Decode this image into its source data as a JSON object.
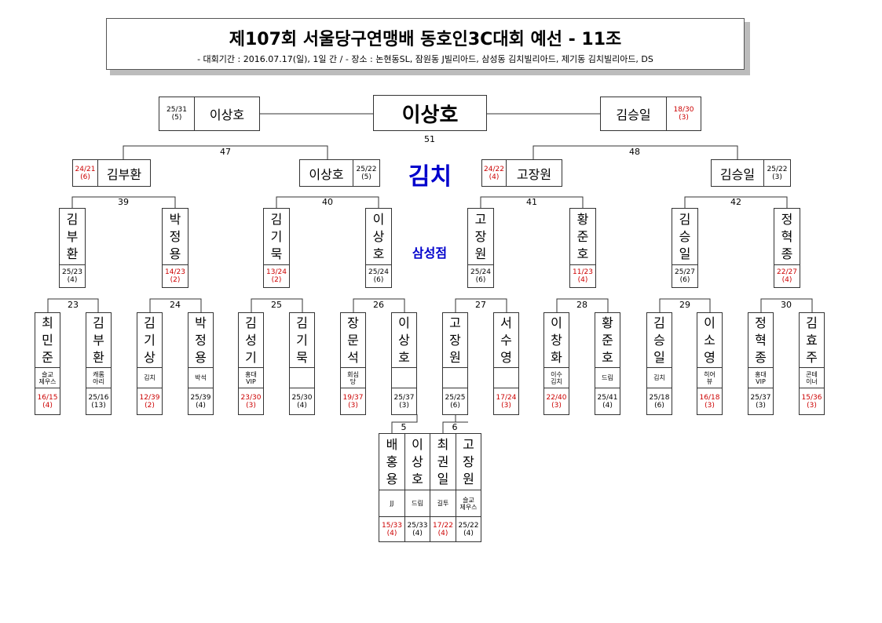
{
  "header": {
    "title": "제107회 서울당구연맹배 동호인3C대회 예선 - 11조",
    "subtitle": "- 대회기간 : 2016.07.17(일), 1일 간 / - 장소 : 논현동SL, 잠원동 J빌리아드, 삼성동 김치빌리아드, 제기동 김치빌리아드, DS"
  },
  "sponsor": {
    "main": "김치",
    "sub": "삼성점"
  },
  "final": {
    "winner": "이상호",
    "match_no": "51",
    "left": {
      "name": "이상호",
      "score": "25/31\n(5)"
    },
    "right": {
      "name": "김승일",
      "score": "18/30\n(3)"
    }
  },
  "semis": [
    {
      "match_no": "47",
      "a": {
        "name": "김부환",
        "score": "24/21\n(6)"
      },
      "b": {
        "name": "이상호",
        "score": "25/22\n(5)"
      }
    },
    {
      "match_no": "48",
      "a": {
        "name": "고장원",
        "score": "24/22\n(4)"
      },
      "b": {
        "name": "김승일",
        "score": "25/22\n(3)"
      }
    }
  ],
  "r3": [
    {
      "match_no": "39",
      "a": {
        "name": "김부환",
        "score": "25/23\n(4)"
      },
      "b": {
        "name": "박정용",
        "score": "14/23\n(2)"
      }
    },
    {
      "match_no": "40",
      "a": {
        "name": "김기묵",
        "score": "13/24\n(2)"
      },
      "b": {
        "name": "이상호",
        "score": "25/24\n(6)"
      }
    },
    {
      "match_no": "41",
      "a": {
        "name": "고장원",
        "score": "25/24\n(6)"
      },
      "b": {
        "name": "황준호",
        "score": "11/23\n(4)"
      }
    },
    {
      "match_no": "42",
      "a": {
        "name": "김승일",
        "score": "25/27\n(6)"
      },
      "b": {
        "name": "정혁종",
        "score": "22/27\n(4)"
      }
    }
  ],
  "r2": [
    {
      "match_no": "23",
      "a": {
        "name": "최민준",
        "club": "슬교\n제우스",
        "score": "16/15\n(4)"
      },
      "b": {
        "name": "김부환",
        "club": "캐롬\n아리",
        "score": "25/16\n(13)"
      }
    },
    {
      "match_no": "24",
      "a": {
        "name": "김기상",
        "club": "김치",
        "score": "12/39\n(2)"
      },
      "b": {
        "name": "박정용",
        "club": "박석",
        "score": "25/39\n(4)"
      }
    },
    {
      "match_no": "25",
      "a": {
        "name": "김성기",
        "club": "홍대\nVIP",
        "score": "23/30\n(3)"
      },
      "b": {
        "name": "김기묵",
        "club": "",
        "score": "25/30\n(4)"
      }
    },
    {
      "match_no": "26",
      "a": {
        "name": "장문석",
        "club": "회심\n당",
        "score": "19/37\n(3)"
      },
      "b": {
        "name": "이상호",
        "club": "",
        "score": "25/37\n(3)"
      }
    },
    {
      "match_no": "27",
      "a": {
        "name": "고장원",
        "club": "",
        "score": "25/25\n(6)"
      },
      "b": {
        "name": "서수영",
        "club": "",
        "score": "17/24\n(3)"
      }
    },
    {
      "match_no": "28",
      "a": {
        "name": "이창화",
        "club": "이수\n김치",
        "score": "22/40\n(3)"
      },
      "b": {
        "name": "황준호",
        "club": "드림",
        "score": "25/41\n(4)"
      }
    },
    {
      "match_no": "29",
      "a": {
        "name": "김승일",
        "club": "김치",
        "score": "25/18\n(6)"
      },
      "b": {
        "name": "이소영",
        "club": "히어\n뷰",
        "score": "16/18\n(3)"
      }
    },
    {
      "match_no": "30",
      "a": {
        "name": "정혁종",
        "club": "홍대\nVIP",
        "score": "25/37\n(3)"
      },
      "b": {
        "name": "김효주",
        "club": "콘테\n이너",
        "score": "15/36\n(3)"
      }
    }
  ],
  "r1": [
    {
      "match_no": "5",
      "a": {
        "name": "배홍용",
        "club": "JJ",
        "score": "15/33\n(4)"
      },
      "b": {
        "name": "이상호",
        "club": "드림",
        "score": "25/33\n(4)"
      }
    },
    {
      "match_no": "6",
      "a": {
        "name": "최권일",
        "club": "길투",
        "score": "17/22\n(4)"
      },
      "b": {
        "name": "고장원",
        "club": "슬교\n제우스",
        "score": "25/22\n(4)"
      }
    }
  ],
  "colors": {
    "win": "#000000",
    "loss": "#cc0000",
    "sponsor": "#0000cc"
  }
}
